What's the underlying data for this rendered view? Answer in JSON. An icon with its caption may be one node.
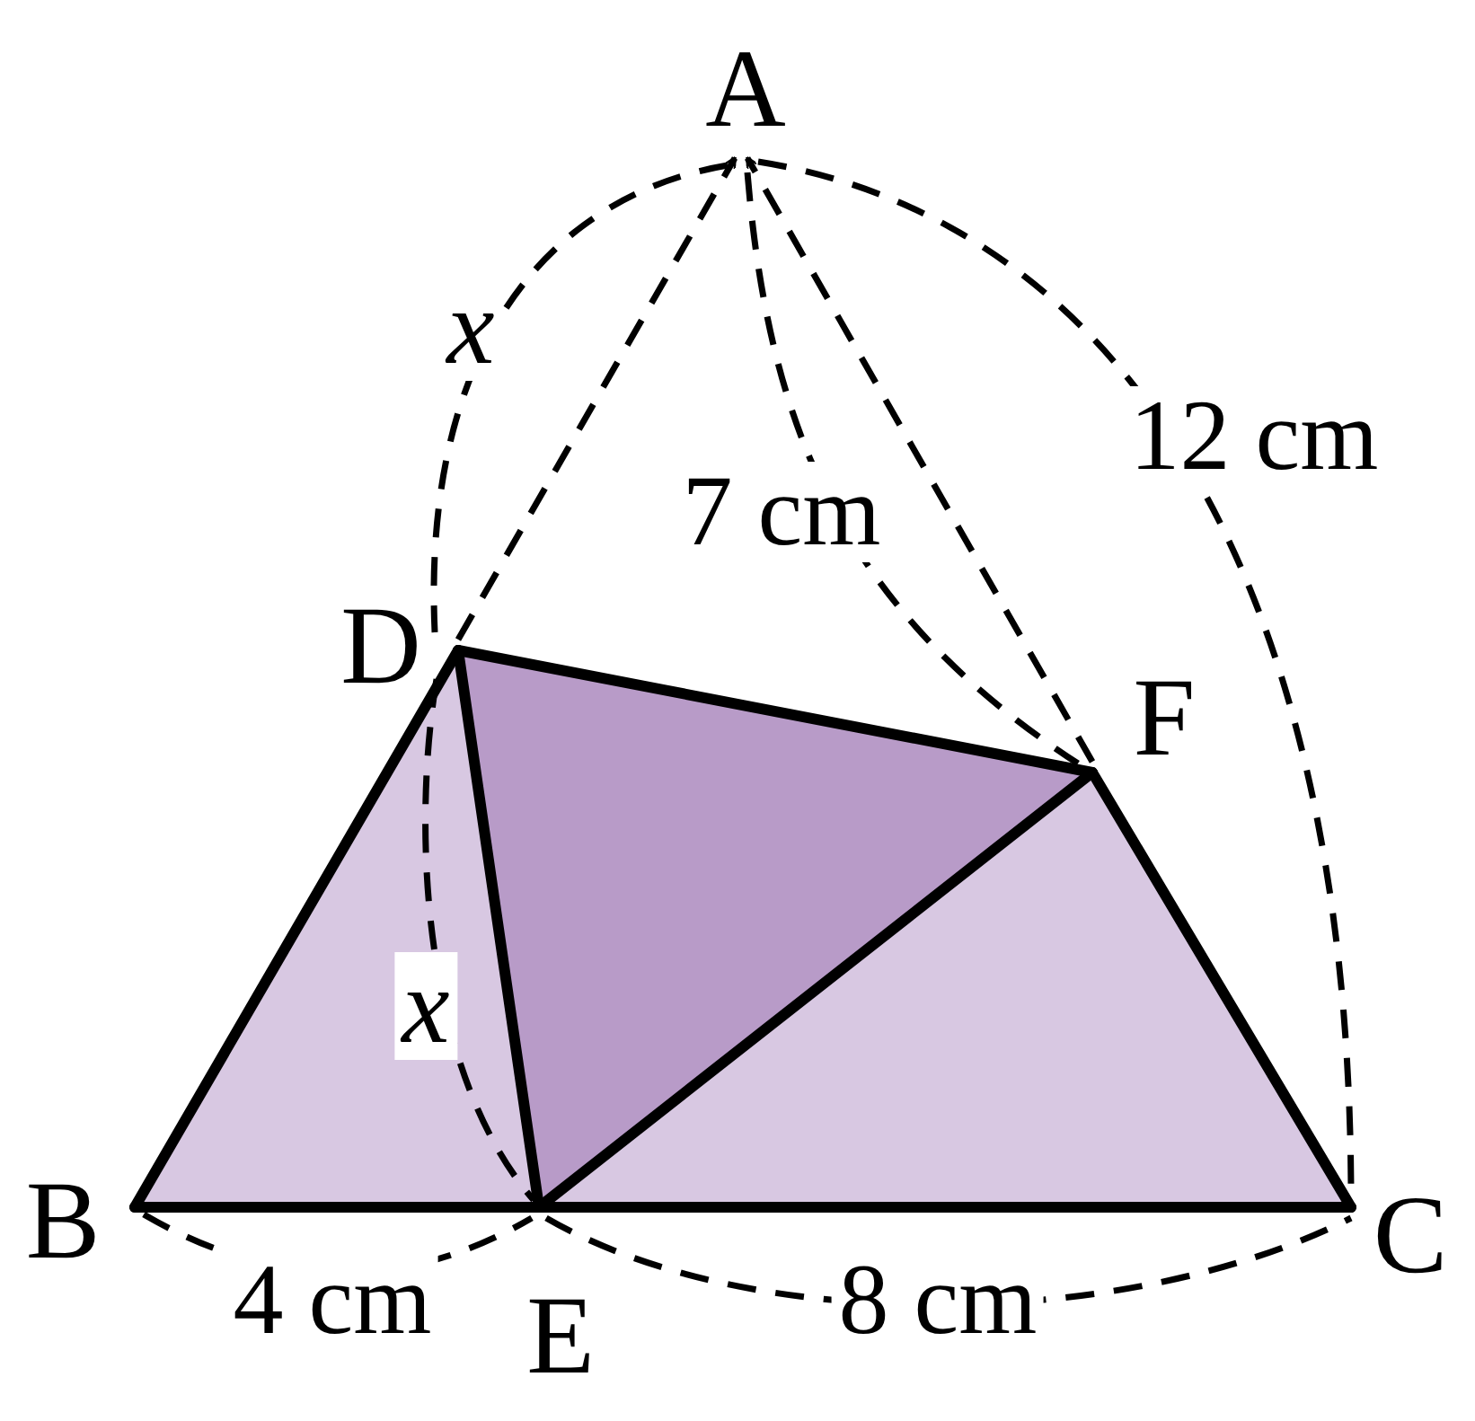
{
  "diagram": {
    "labels": [
      "A",
      "x",
      "7 cm",
      "12 cm",
      "D",
      "F",
      "x",
      "B",
      "4 cm",
      "E",
      "8 cm",
      "C"
    ]
  }
}
